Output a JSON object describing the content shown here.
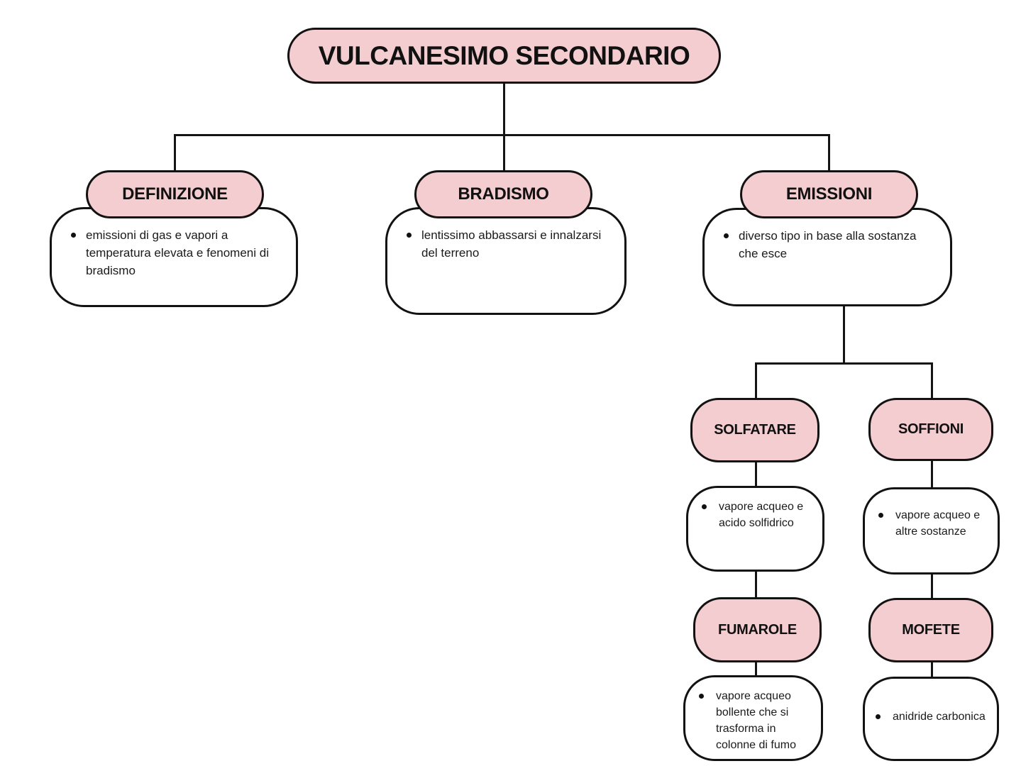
{
  "document": {
    "type": "concept-map",
    "topic": "Vulcanesimo secondario"
  },
  "palette": {
    "node_fill": "#f4cdd0",
    "outline": "#121212",
    "background": "#ffffff",
    "text": "#1a1a1a"
  },
  "root": {
    "label": "VULCANESIMO SECONDARIO"
  },
  "nodes": {
    "definizione": {
      "label": "DEFINIZIONE",
      "bullets": [
        "emissioni di gas e vapori a temperatura elevata e fenomeni di bradismo"
      ]
    },
    "bradismo": {
      "label": "BRADISMO",
      "bullets": [
        "lentissimo abbassarsi e innalzarsi del terreno"
      ]
    },
    "emissioni": {
      "label": "EMISSIONI",
      "bullets": [
        "diverso tipo in base alla sostanza che esce"
      ]
    },
    "solfatare": {
      "label": "SOLFATARE",
      "bullets": [
        "vapore acqueo e acido solfidrico"
      ]
    },
    "soffioni": {
      "label": "SOFFIONI",
      "bullets": [
        "vapore acqueo e altre sostanze"
      ]
    },
    "fumarole": {
      "label": "FUMAROLE",
      "bullets": [
        "vapore acqueo bollente che si trasforma in colonne di fumo"
      ]
    },
    "mofete": {
      "label": "MOFETE",
      "bullets": [
        "anidride carbonica"
      ]
    }
  },
  "edges": [
    [
      "VULCANESIMO SECONDARIO",
      "DEFINIZIONE"
    ],
    [
      "VULCANESIMO SECONDARIO",
      "BRADISMO"
    ],
    [
      "VULCANESIMO SECONDARIO",
      "EMISSIONI"
    ],
    [
      "EMISSIONI",
      "SOLFATARE"
    ],
    [
      "EMISSIONI",
      "SOFFIONI"
    ],
    [
      "SOLFATARE",
      "FUMAROLE"
    ],
    [
      "SOFFIONI",
      "MOFETE"
    ]
  ]
}
